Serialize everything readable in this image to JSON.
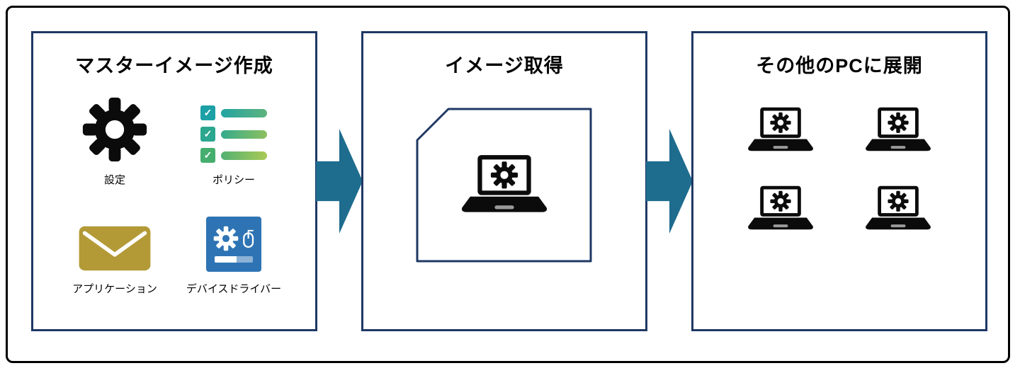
{
  "steps": [
    {
      "title": "マスターイメージ作成",
      "items": [
        {
          "label": "設定",
          "icon": "gear-icon"
        },
        {
          "label": "ポリシー",
          "icon": "checklist-icon"
        },
        {
          "label": "アプリケーション",
          "icon": "envelope-icon"
        },
        {
          "label": "デバイスドライバー",
          "icon": "device-driver-icon"
        }
      ]
    },
    {
      "title": "イメージ取得",
      "icon": "image-file-laptop-icon"
    },
    {
      "title": "その他のPCに展開",
      "icon": "laptop-gear-icon",
      "pc_count": 4
    }
  ],
  "icons": {
    "check_glyph": "✓"
  },
  "colors": {
    "outer_border": "#000000",
    "box_border": "#1F3864",
    "arrow": "#1E6C8E",
    "gear": "#0B0B0B",
    "checklist_teal": "#1BA0A6",
    "checklist_green": "#A9CA56",
    "envelope_gold": "#B39A37",
    "device_tile_blue": "#2E74B5"
  }
}
